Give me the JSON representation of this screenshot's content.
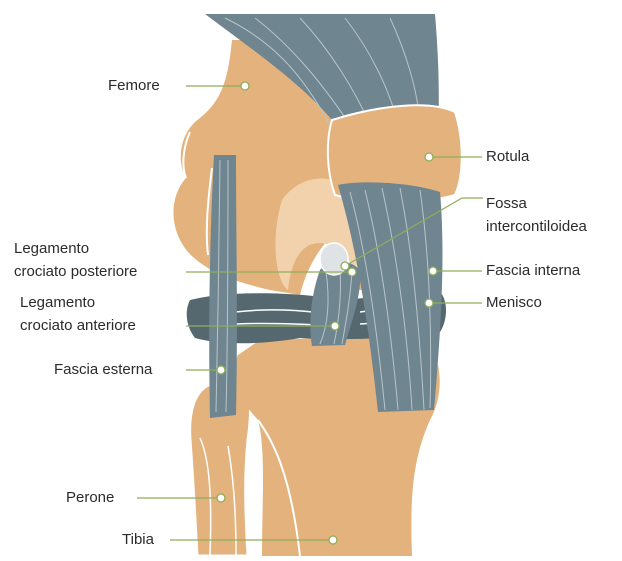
{
  "labels": {
    "femore": "Femore",
    "rotula": "Rotula",
    "fossa_line1": "Fossa",
    "fossa_line2": "intercontiloidea",
    "lcp_line1": "Legamento",
    "lcp_line2": "crociato posteriore",
    "fascia_interna": "Fascia interna",
    "lca_line1": "Legamento",
    "lca_line2": "crociato anteriore",
    "menisco": "Menisco",
    "fascia_esterna": "Fascia esterna",
    "perone": "Perone",
    "tibia": "Tibia"
  },
  "colors": {
    "bone": "#e4b27c",
    "bone_light": "#f2d2ad",
    "ligament": "#6f8590",
    "ligament_dark": "#56686f",
    "leader_line": "#8fae5a",
    "marker_fill": "#ffffff",
    "text": "#2b2b2b"
  }
}
